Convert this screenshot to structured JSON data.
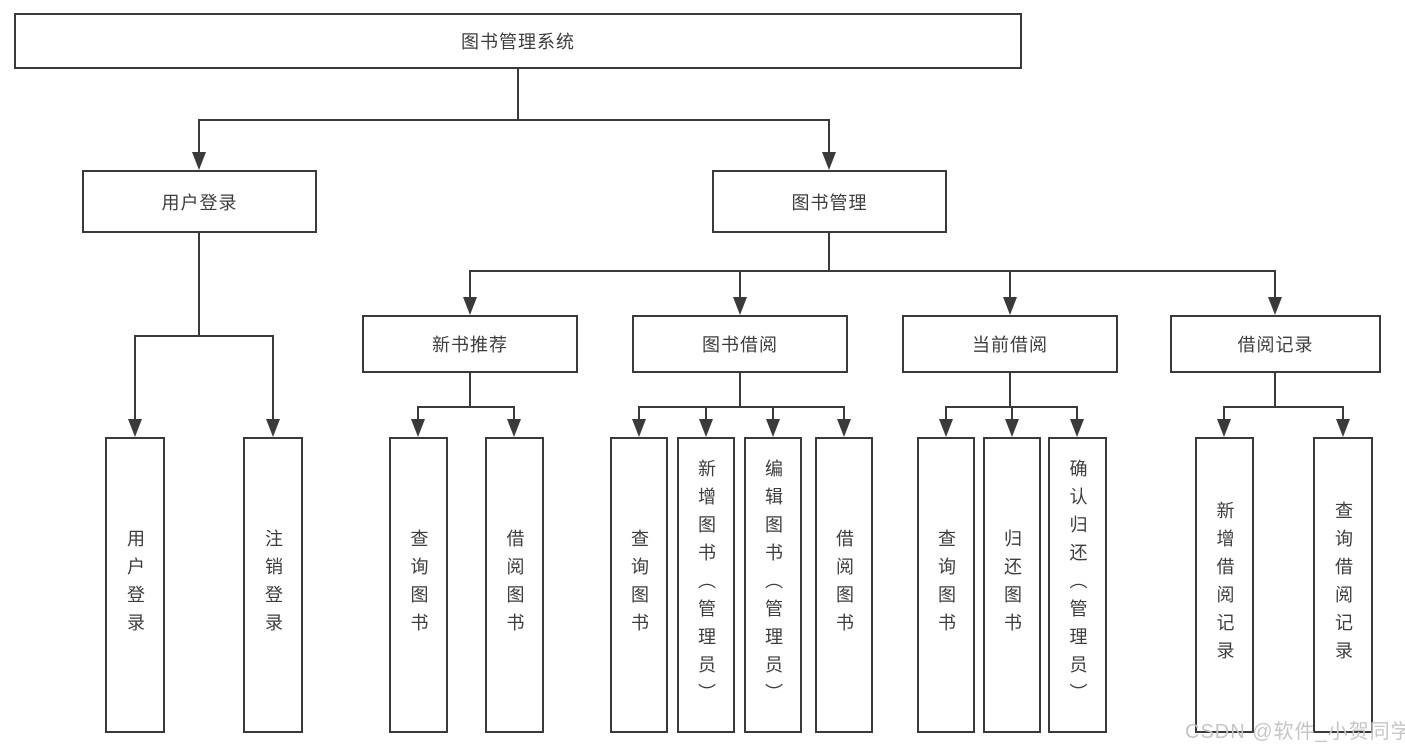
{
  "nodes": {
    "root": "图书管理系统",
    "user_login": "用户登录",
    "book_mgmt": "图书管理",
    "login": "用户登录",
    "logout": "注销登录",
    "new_book_rec": "新书推荐",
    "book_borrow": "图书借阅",
    "current_borrow": "当前借阅",
    "borrow_record": "借阅记录",
    "nbr_query_book": "查询图书",
    "nbr_borrow_book": "借阅图书",
    "bb_query_book": "查询图书",
    "bb_add_book": "新增图书（管理员）",
    "bb_edit_book": "编辑图书（管理员）",
    "bb_borrow_book": "借阅图书",
    "cb_query_book": "查询图书",
    "cb_return_book": "归还图书",
    "cb_confirm_return": "确认归还（管理员）",
    "br_add_record": "新增借阅记录",
    "br_query_record": "查询借阅记录"
  },
  "watermark": "CSDN @软件_小贺同学",
  "colors": {
    "line": "#3a3a3a",
    "text": "#3d3d3d",
    "watermark": "#c6c6c6",
    "background": "#ffffff"
  }
}
